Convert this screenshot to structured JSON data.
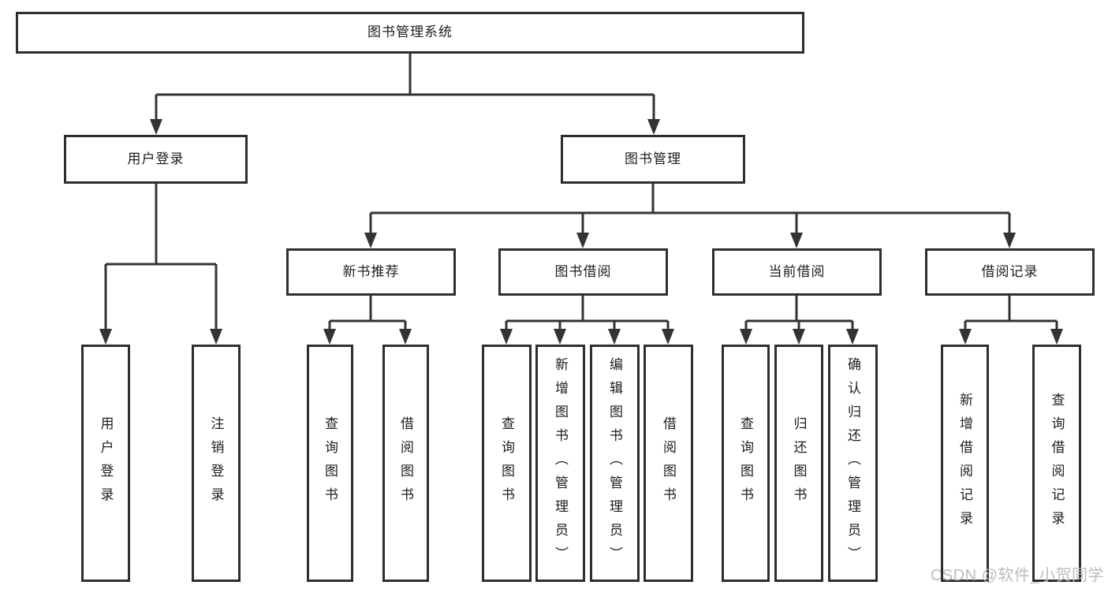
{
  "diagram": {
    "title": "图书管理系统",
    "type": "hierarchy-tree",
    "colors": {
      "background": "#ffffff",
      "line": "#333333",
      "box_border": "#2e2e2e",
      "text": "#1d1d1d",
      "watermark": "#bcbcbc"
    },
    "nodes": {
      "root": {
        "label": "图书管理系统"
      },
      "user_login": {
        "label": "用户登录"
      },
      "book_mgmt": {
        "label": "图书管理"
      },
      "new_book_rec": {
        "label": "新书推荐"
      },
      "book_borrow": {
        "label": "图书借阅"
      },
      "current_borrow": {
        "label": "当前借阅"
      },
      "borrow_records": {
        "label": "借阅记录"
      },
      "u_login": {
        "label": "用户登录"
      },
      "u_logout": {
        "label": "注销登录"
      },
      "nb_query": {
        "label": "查询图书"
      },
      "nb_borrow": {
        "label": "借阅图书"
      },
      "bb_query": {
        "label": "查询图书"
      },
      "bb_add": {
        "label": "新增图书（管理员）"
      },
      "bb_edit": {
        "label": "编辑图书（管理员）"
      },
      "bb_borrow": {
        "label": "借阅图书"
      },
      "cb_query": {
        "label": "查询图书"
      },
      "cb_return": {
        "label": "归还图书"
      },
      "cb_confirm": {
        "label": "确认归还（管理员）"
      },
      "br_add": {
        "label": "新增借阅记录"
      },
      "br_query": {
        "label": "查询借阅记录"
      }
    },
    "structure": {
      "图书管理系统": [
        "用户登录",
        "图书管理"
      ],
      "用户登录": [
        "用户登录",
        "注销登录"
      ],
      "图书管理": [
        "新书推荐",
        "图书借阅",
        "当前借阅",
        "借阅记录"
      ],
      "新书推荐": [
        "查询图书",
        "借阅图书"
      ],
      "图书借阅": [
        "查询图书",
        "新增图书（管理员）",
        "编辑图书（管理员）",
        "借阅图书"
      ],
      "当前借阅": [
        "查询图书",
        "归还图书",
        "确认归还（管理员）"
      ],
      "借阅记录": [
        "新增借阅记录",
        "查询借阅记录"
      ]
    },
    "watermark": "CSDN @软件_小贺同学"
  }
}
